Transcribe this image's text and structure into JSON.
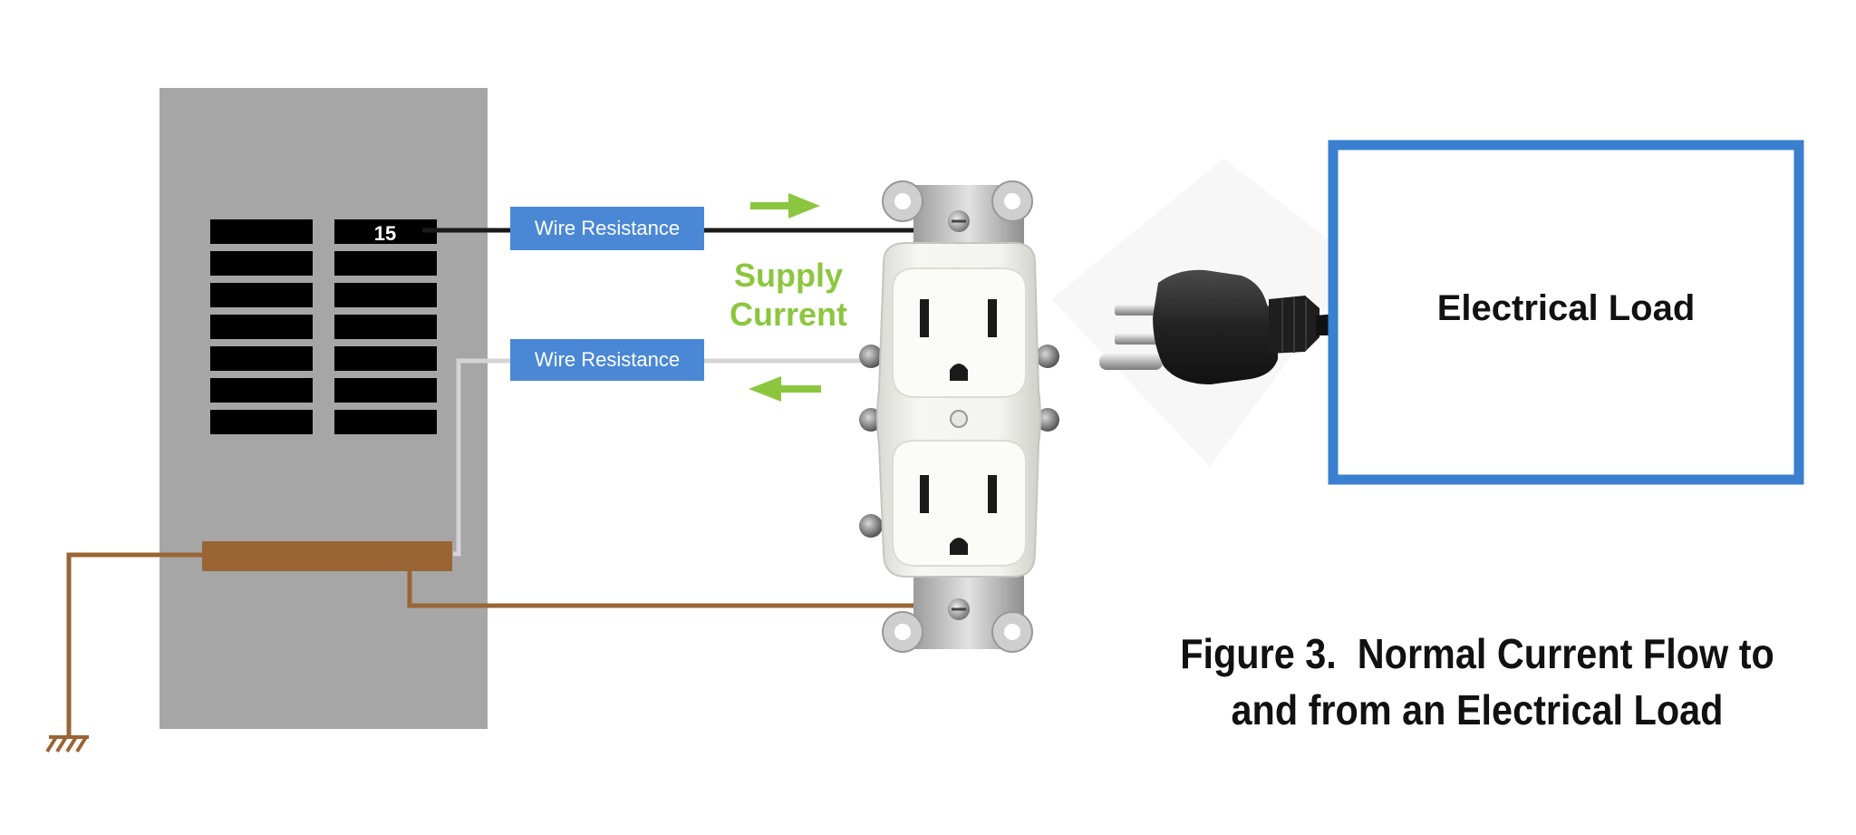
{
  "breaker": {
    "label": "15"
  },
  "wire_labels": {
    "hot": "Wire Resistance",
    "neutral": "Wire Resistance"
  },
  "current_label": {
    "line1": "Supply",
    "line2": "Current"
  },
  "load": {
    "label": "Electrical Load"
  },
  "caption": {
    "line1": "Figure 3.  Normal Current Flow to",
    "line2": "and from an Electrical Load"
  },
  "colors": {
    "panel": "#a6a6a6",
    "breaker": "#000000",
    "hot_wire": "#1a1a1a",
    "neutral_wire": "#cfcfcf",
    "ground_wire": "#9a6535",
    "resistor_box": "#4a88d6",
    "arrow": "#8cc63f",
    "load_border": "#3a7fd0"
  },
  "icons": [
    "ground-symbol-icon",
    "duplex-receptacle-icon",
    "plug-icon",
    "arrow-right-icon",
    "arrow-left-icon"
  ]
}
